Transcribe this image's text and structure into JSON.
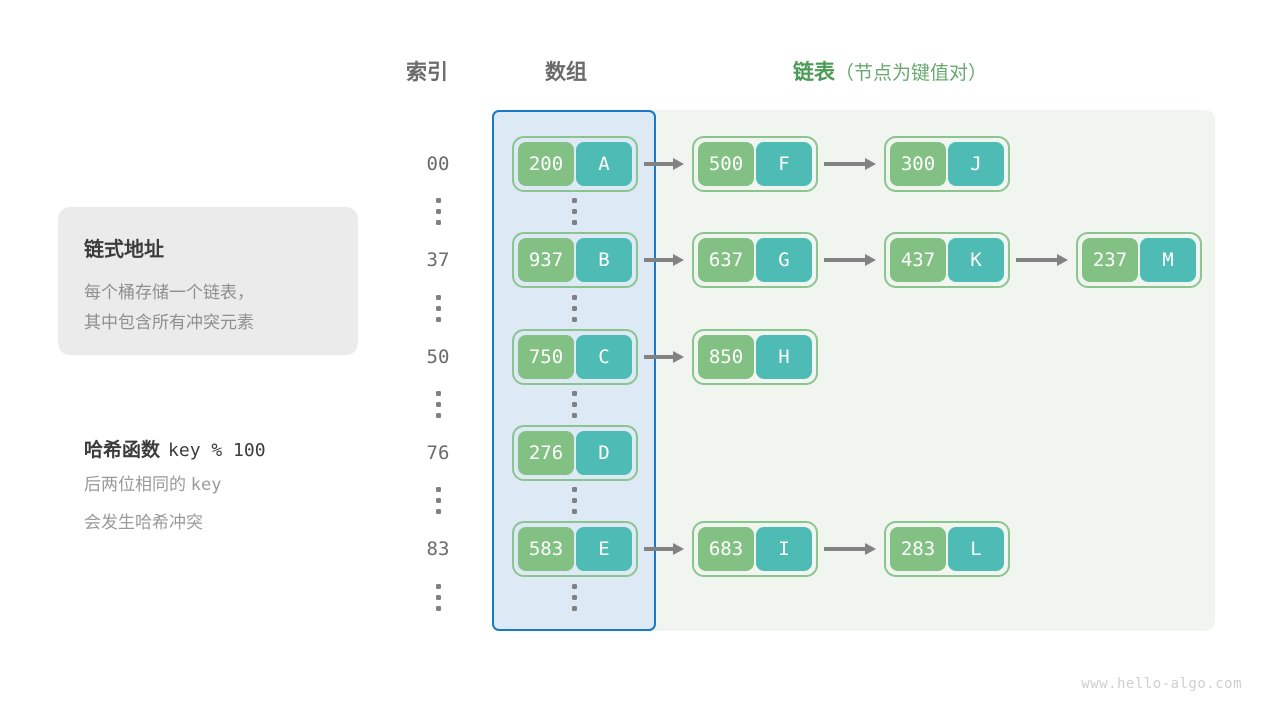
{
  "headers": {
    "index": "索引",
    "array": "数组",
    "list": "链表",
    "list_sub": "（节点为键值对）"
  },
  "info_card": {
    "title": "链式地址",
    "line1": "每个桶存储一个链表，",
    "line2": "其中包含所有冲突元素"
  },
  "hash_note": {
    "title": "哈希函数",
    "formula": "key % 100",
    "line1_prefix": "后两位相同的 ",
    "line1_mono": "key",
    "line2": "会发生哈希冲突"
  },
  "colors": {
    "array_panel_fill": "#dde9f5",
    "array_panel_border": "#1a79c6",
    "list_panel_fill": "#f0f6ef",
    "node_border": "#8cc48f",
    "key_fill": "#82c183",
    "value_fill": "#4ebcb5",
    "arrow": "#828282",
    "index_text": "#6b6b6b",
    "header_green": "#4b9b55"
  },
  "rows": [
    {
      "index": "00",
      "bucket": {
        "key": "200",
        "value": "A"
      },
      "chain": [
        {
          "key": "500",
          "value": "F"
        },
        {
          "key": "300",
          "value": "J"
        }
      ]
    },
    {
      "index": "37",
      "bucket": {
        "key": "937",
        "value": "B"
      },
      "chain": [
        {
          "key": "637",
          "value": "G"
        },
        {
          "key": "437",
          "value": "K"
        },
        {
          "key": "237",
          "value": "M"
        }
      ]
    },
    {
      "index": "50",
      "bucket": {
        "key": "750",
        "value": "C"
      },
      "chain": [
        {
          "key": "850",
          "value": "H"
        }
      ]
    },
    {
      "index": "76",
      "bucket": {
        "key": "276",
        "value": "D"
      },
      "chain": []
    },
    {
      "index": "83",
      "bucket": {
        "key": "583",
        "value": "E"
      },
      "chain": [
        {
          "key": "683",
          "value": "I"
        },
        {
          "key": "283",
          "value": "L"
        }
      ]
    }
  ],
  "watermark": "www.hello-algo.com"
}
